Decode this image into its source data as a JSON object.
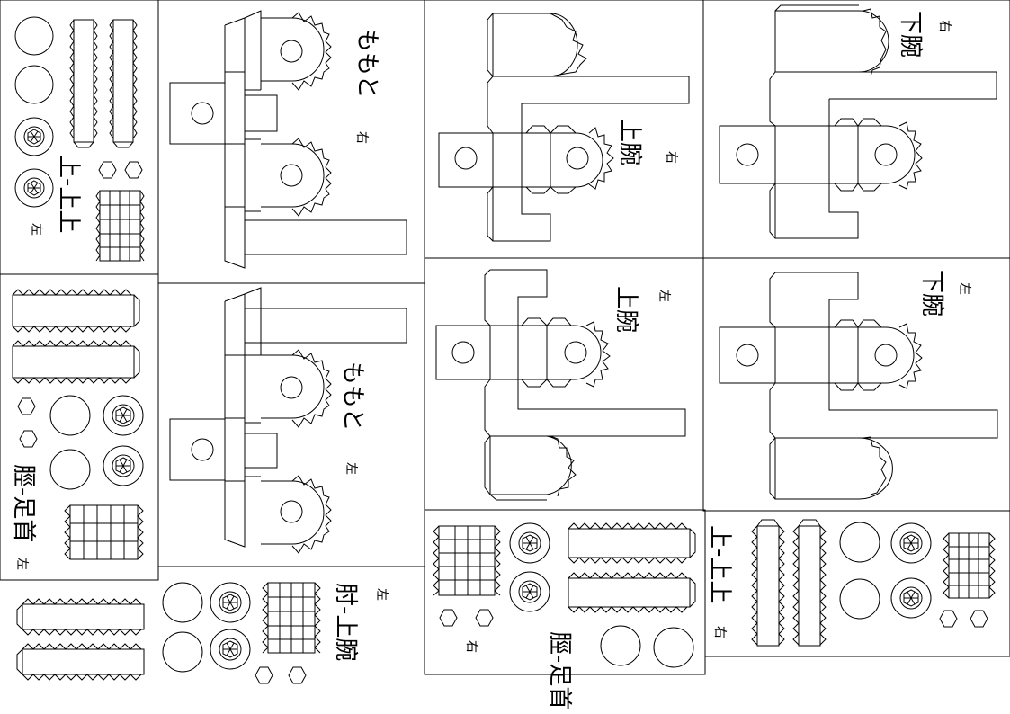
{
  "labels": {
    "thigh_upper_right": "ももと",
    "thigh_upper_left": "ももと",
    "side_right": "右",
    "side_left": "左",
    "upper_arm": "上腕",
    "lower_arm": "下腕",
    "elbow_upper_arm": "肘-上腕",
    "shin_foot": "脛-足首",
    "upper_upper": "上-上上"
  }
}
